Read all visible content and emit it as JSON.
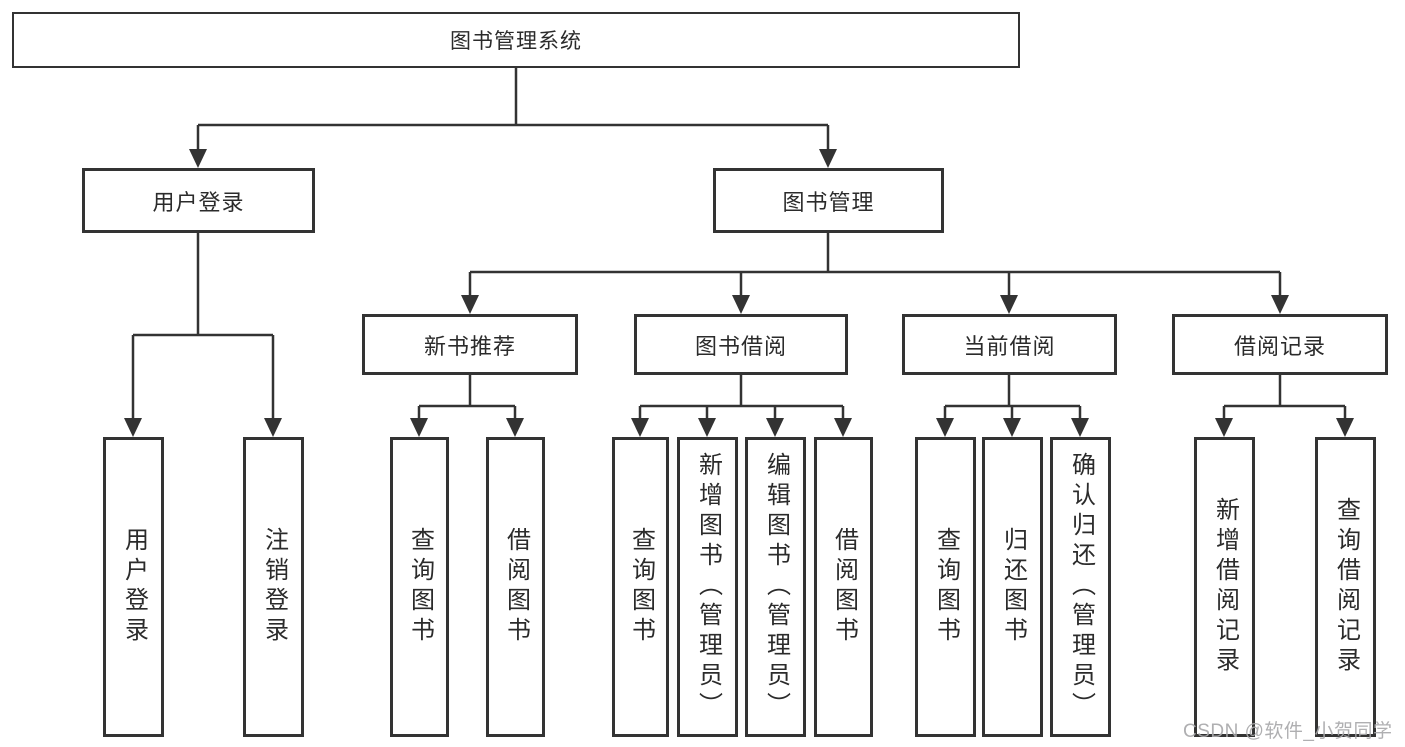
{
  "diagram": {
    "title": "图书管理系统",
    "root": {
      "label": "图书管理系统"
    },
    "level2": [
      {
        "label": "用户登录"
      },
      {
        "label": "图书管理"
      }
    ],
    "level3": [
      {
        "label": "新书推荐"
      },
      {
        "label": "图书借阅"
      },
      {
        "label": "当前借阅"
      },
      {
        "label": "借阅记录"
      }
    ],
    "leaves": {
      "user_login": [
        "用户登录",
        "注销登录"
      ],
      "new_book_recommend": [
        "查询图书",
        "借阅图书"
      ],
      "book_borrowing": [
        "查询图书",
        "新增图书（管理员）",
        "编辑图书（管理员）",
        "借阅图书"
      ],
      "current_borrowing": [
        "查询图书",
        "归还图书",
        "确认归还（管理员）"
      ],
      "borrowing_records": [
        "新增借阅记录",
        "查询借阅记录"
      ]
    }
  },
  "watermark": {
    "text": "CSDN @软件_小贺同学"
  },
  "colors": {
    "line": "#333333",
    "text": "#2b2b2b",
    "background": "#ffffff",
    "watermark": "#a8a8aa"
  }
}
